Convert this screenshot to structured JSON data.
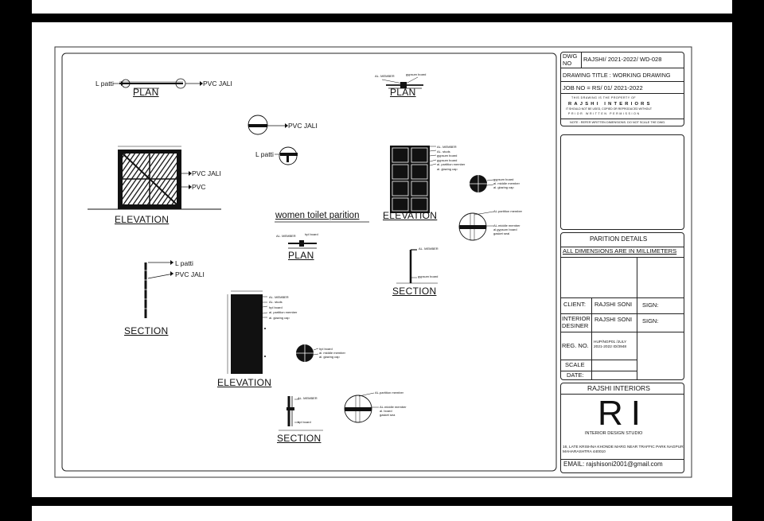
{
  "drawing": {
    "labels": {
      "plan1_lpatti": "L patti",
      "plan1_pvcjali": "PVC JALI",
      "plan1_title": "PLAN",
      "plan2_al_member": "AL. MEMBER",
      "plan2_gypsum": "gypsum board",
      "plan2_title": "PLAN",
      "circle1_pvcjali": "PVC JALI",
      "lpatti_detail": "L patti",
      "elev1_pvcjali": "PVC JALI",
      "elev1_pvc": "PVC",
      "elev1_title": "ELEVATION",
      "main_title": "women toilet parition",
      "elev2_notes": [
        "AL. MEMBER",
        "AL. studs",
        "gypsum board",
        "gypsum board",
        "al. partition member",
        "al. glazing cap"
      ],
      "elev2_title": "ELEVATION",
      "det1_notes": [
        "gypsum board",
        "al. middle member",
        "al. glazing cap"
      ],
      "det2_top": "AL.partition member",
      "det2_notes": [
        "AL.middle member",
        "al.gypsum board",
        "gasket seal"
      ],
      "plan3_al_member": "AL. MEMBER",
      "plan3_board": "hpl board",
      "plan3_title": "PLAN",
      "sec2_top": "AL. MEMBER",
      "sec2_bottom": "gypsum board",
      "sec2_title": "SECTION",
      "sec1_lpatti": "L patti",
      "sec1_pvcjali": "PVC JALI",
      "sec1_title": "SECTION",
      "elev3_notes": [
        "AL. MEMBER",
        "AL. studs",
        "hpl board",
        "al. partition member",
        "al. glazing cap"
      ],
      "elev3_title": "ELEVATION",
      "det3_notes": [
        "hpl board",
        "al. middle member",
        "al. glazing cap"
      ],
      "sec3_top": "AL. MEMBER",
      "sec3_bottom": "hpl board",
      "sec3_title": "SECTION",
      "det4_top": "AL.partition member",
      "det4_notes": [
        "AL.middle member",
        "al. board",
        "gasket sea"
      ]
    }
  },
  "title_block": {
    "dwg_label": "DWG NO",
    "dwg_no": "RAJSHI/ 2021-2022/ WD-028",
    "drawing_title": "DRAWING TITLE : WORKING DRAWING",
    "job_no": "JOB NO = RS/ 01/ 2021-2022",
    "property_line1": "THIS DRAWING IS THE PROPERTY OF",
    "property_line2": "RAJSHI INTERIORS",
    "property_line3": "IT SHOULD NOT BE USED, COPIED OR REPRODUCED WITHOUT",
    "property_line4": "PRIOR WRITTEN PERMISSION",
    "note": "NOTE : REFER WRITTEN DIMENSIONS. DO NOT SCALE THE DWG.",
    "sheet_title": "PARITION DETAILS",
    "dimensions_note": "ALL DIMENSIONS ARE IN MILLIMETERS",
    "client_label": "CLIENT:",
    "client_value": "RAJSHI SONI",
    "sign_label_1": "SIGN:",
    "designer_label": "INTERIOR DESINER",
    "designer_value": "RAJSHI SONI",
    "sign_label_2": "SIGN:",
    "reg_label": "REG. NO.",
    "reg_value": "HUP/NGP01 /JULY 2021-2022 ID/3948",
    "scale_label": "SCALE",
    "date_label": "DATE:",
    "company_name": "RAJSHI INTERIORS",
    "logo_letters": "RI",
    "tagline": "INTERIOR DESIGN STUDIO",
    "address": "16, LATE KRISHNA KHONDE MARG NEAR TRAFFIC PARK NAGPUR MAHARASHTRA 440010",
    "email": "EMAIL: rajshisoni2001@gmail.com"
  }
}
